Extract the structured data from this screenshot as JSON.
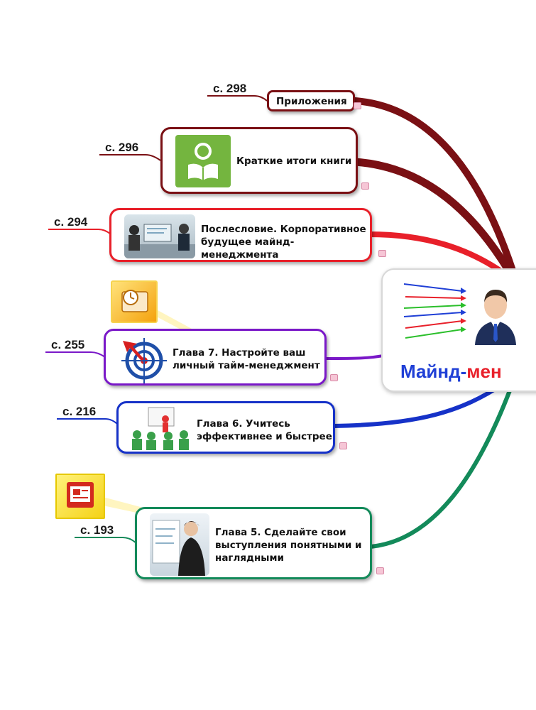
{
  "central": {
    "title_part1": "Майнд-",
    "title_part2": "мен",
    "title_color1": "#1f3fd6",
    "title_color2": "#e8202a"
  },
  "nodes": [
    {
      "id": "prilozheniya",
      "title": "Приложения",
      "page": "с. 298",
      "color": "#7a1014"
    },
    {
      "id": "kratkie-itogi",
      "title": "Краткие итоги книги",
      "page": "с. 296",
      "color": "#7a1014"
    },
    {
      "id": "posleslovie",
      "title": "Послесловие. Корпоративное будущее майнд-менеджмента",
      "page": "с. 294",
      "color": "#e8202a"
    },
    {
      "id": "glava7",
      "title": "Глава 7. Настройте ваш личный тайм-менеджмент",
      "page": "с. 255",
      "color": "#7a18c8"
    },
    {
      "id": "glava6",
      "title": "Глава 6. Учитесь эффективнее и быстрее",
      "page": "с. 216",
      "color": "#1632c8"
    },
    {
      "id": "glava5",
      "title": "Глава 5. Сделайте свои выступления понятными и наглядными",
      "page": "с. 193",
      "color": "#138a5a"
    }
  ],
  "icons": [
    "reader-book-icon",
    "office-meeting-photo",
    "target-dart-icon",
    "teacher-presentation-icon",
    "presenter-woman-photo",
    "clock-app-icon",
    "presentation-app-icon",
    "manager-avatar-icon"
  ]
}
